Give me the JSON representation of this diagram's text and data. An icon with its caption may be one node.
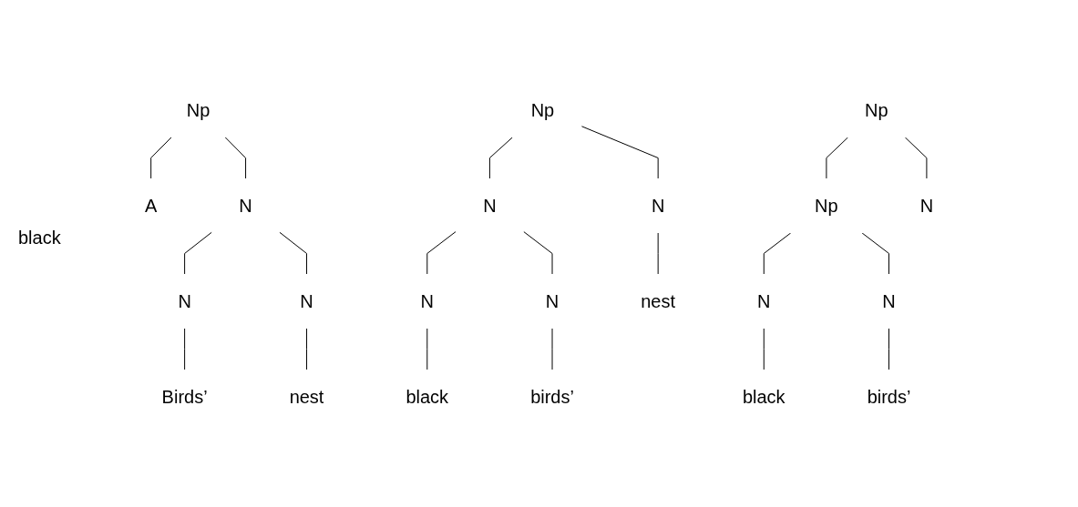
{
  "diagram": {
    "nodes": [
      {
        "text": [
          "Np"
        ]
      },
      {
        "text": [
          "A"
        ]
      },
      {
        "text": [
          "N"
        ]
      },
      {
        "text": [
          "N"
        ]
      },
      {
        "text": [
          "N"
        ]
      },
      {
        "text": [
          "Birds’"
        ]
      },
      {
        "text": [
          "nest"
        ]
      },
      {
        "text": [
          "Np"
        ]
      },
      {
        "text": [
          "N"
        ]
      },
      {
        "text": [
          "N"
        ]
      },
      {
        "text": [
          "N"
        ]
      },
      {
        "text": [
          "N"
        ]
      },
      {
        "text": [
          "nest"
        ]
      },
      {
        "text": [
          "black"
        ]
      },
      {
        "text": [
          "birds’"
        ]
      },
      {
        "text": [
          "Np"
        ]
      },
      {
        "text": [
          "Np"
        ]
      },
      {
        "text": [
          "N"
        ]
      },
      {
        "text": [
          "N"
        ]
      },
      {
        "text": [
          "N"
        ]
      },
      {
        "text": [
          "black"
        ]
      },
      {
        "text": [
          "birds’"
        ]
      }
    ],
    "edges": [
      {
        "from": 0,
        "to": 1,
        "arrow": "none"
      },
      {
        "from": 0,
        "to": 2,
        "arrow": "none"
      },
      {
        "from": 2,
        "to": 3,
        "arrow": "none"
      },
      {
        "from": 2,
        "to": 4,
        "arrow": "none"
      },
      {
        "from": 3,
        "to": 5,
        "arrow": "none"
      },
      {
        "from": 4,
        "to": 6,
        "arrow": "none"
      },
      {
        "from": 7,
        "to": 8,
        "arrow": "none"
      },
      {
        "from": 7,
        "to": 9,
        "arrow": "none"
      },
      {
        "from": 8,
        "to": 10,
        "arrow": "none"
      },
      {
        "from": 8,
        "to": 11,
        "arrow": "none"
      },
      {
        "from": 9,
        "to": 12,
        "arrow": "none"
      },
      {
        "from": 10,
        "to": 13,
        "arrow": "none"
      },
      {
        "from": 11,
        "to": 14,
        "arrow": "none"
      },
      {
        "from": 15,
        "to": 16,
        "arrow": "none"
      },
      {
        "from": 15,
        "to": 17,
        "arrow": "none"
      },
      {
        "from": 16,
        "to": 18,
        "arrow": "none"
      },
      {
        "from": 16,
        "to": 19,
        "arrow": "none"
      },
      {
        "from": 18,
        "to": 20,
        "arrow": "none"
      },
      {
        "from": 19,
        "to": 21,
        "arrow": "none"
      }
    ],
    "labels": [
      "black"
    ]
  }
}
